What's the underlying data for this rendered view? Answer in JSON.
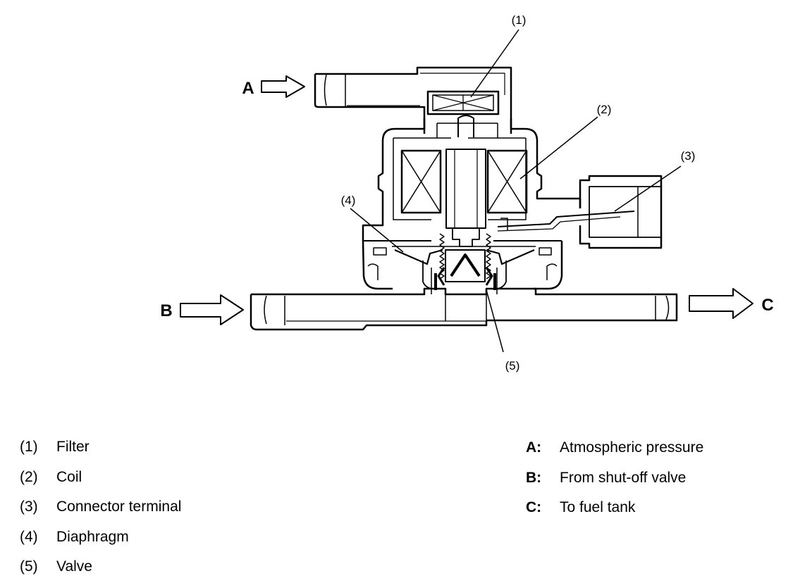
{
  "callouts": {
    "filter": "(1)",
    "coil": "(2)",
    "connector_terminal": "(3)",
    "diaphragm": "(4)",
    "valve": "(5)"
  },
  "flows": {
    "a": "A",
    "b": "B",
    "c": "C"
  },
  "legend": {
    "parts": [
      {
        "key": "(1)",
        "label": "Filter"
      },
      {
        "key": "(2)",
        "label": "Coil"
      },
      {
        "key": "(3)",
        "label": "Connector terminal"
      },
      {
        "key": "(4)",
        "label": "Diaphragm"
      },
      {
        "key": "(5)",
        "label": "Valve"
      }
    ],
    "flows": [
      {
        "key": "A:",
        "label": "Atmospheric pressure"
      },
      {
        "key": "B:",
        "label": "From shut-off valve"
      },
      {
        "key": "C:",
        "label": "To fuel tank"
      }
    ]
  }
}
